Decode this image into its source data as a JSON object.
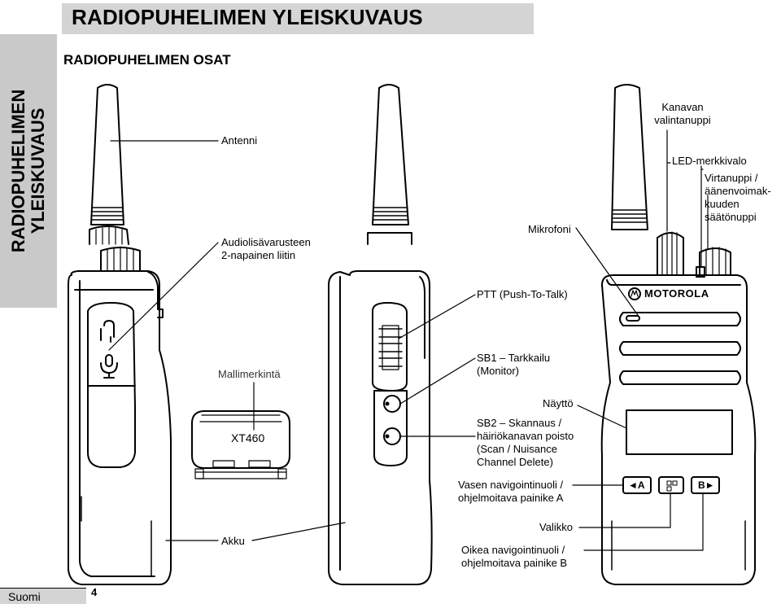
{
  "header": {
    "title": "RADIOPUHELIMEN YLEISKUVAUS"
  },
  "side_tab": {
    "line1": "RADIOPUHELIMEN",
    "line2": "YLEISKUVAUS"
  },
  "section": {
    "title": "RADIOPUHELIMEN OSAT"
  },
  "labels": {
    "antenna": "Antenni",
    "accessory_l1": "Audiolisävarusteen",
    "accessory_l2": "2-napainen liitin",
    "model_marking": "Mallimerkintä",
    "model_name": "XT460",
    "battery": "Akku",
    "mic": "Mikrofoni",
    "ptt": "PTT (Push-To-Talk)",
    "sb1_l1": "SB1 – Tarkkailu",
    "sb1_l2": "(Monitor)",
    "display": "Näyttö",
    "sb2_l1": "SB2 – Skannaus /",
    "sb2_l2": "häiriökanavan poisto",
    "sb2_l3": "(Scan / Nuisance",
    "sb2_l4": "Channel Delete)",
    "left_nav_l1": "Vasen navigointinuoli /",
    "left_nav_l2": "ohjelmoitava painike A",
    "menu": "Valikko",
    "right_nav_l1": "Oikea navigointinuoli /",
    "right_nav_l2": "ohjelmoitava painike B",
    "channel_l1": "Kanavan",
    "channel_l2": "valintanuppi",
    "led": "LED-merkkivalo",
    "power_l1": "Virtanuppi /",
    "power_l2": "äänenvoimak-",
    "power_l3": "kuuden",
    "power_l4": "säätönuppi"
  },
  "radio_front": {
    "brand": "MOTOROLA",
    "btn_left": "◄A",
    "btn_right": "B►"
  },
  "footer": {
    "language": "Suomi",
    "page_number": "4"
  }
}
